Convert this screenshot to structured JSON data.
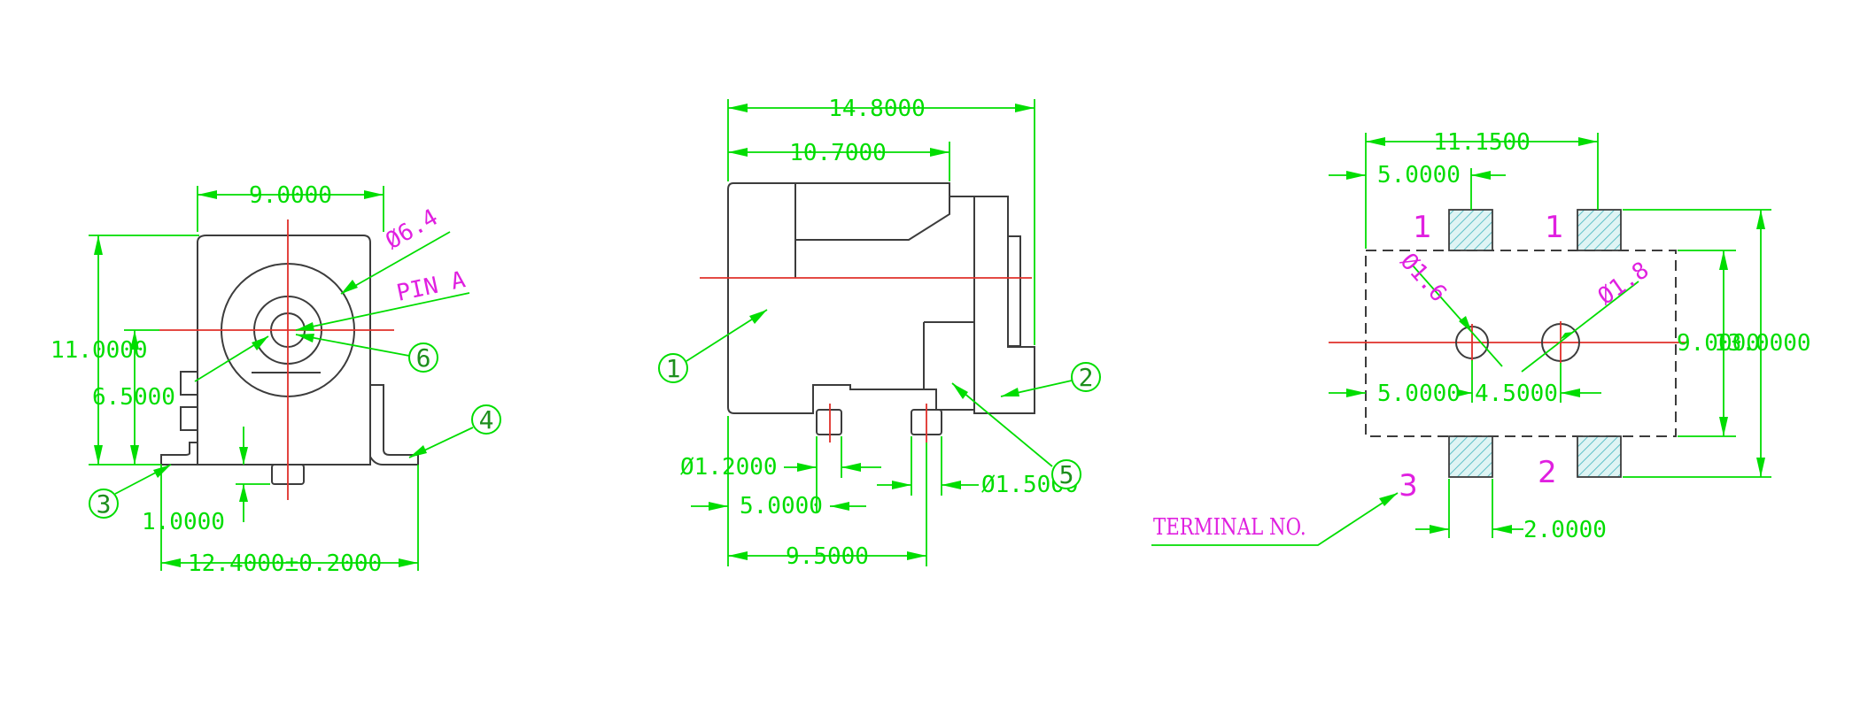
{
  "front_view": {
    "width_dim": "9.0000",
    "height_dim": "11.0000",
    "center_height_dim": "6.5000",
    "pin_dim": "1.0000",
    "overall_width_dim": "12.4000±0.2000",
    "hole_note": "Ø6.4",
    "pin_note": "PIN A",
    "balloons": [
      "3",
      "4",
      "6"
    ]
  },
  "side_view": {
    "overall_length_dim": "14.8000",
    "body_length_dim": "10.7000",
    "pin1_dia_dim": "Ø1.2000",
    "pin2_dia_dim": "Ø1.5000",
    "pin_gap_dim": "5.0000",
    "pin_pos_dim": "9.5000",
    "balloons": [
      "1",
      "2",
      "5"
    ]
  },
  "footprint": {
    "top_width_dim": "11.1500",
    "pad_offset_dim": "5.0000",
    "hole1_note": "Ø1.6",
    "hole2_note": "Ø1.8",
    "hole_offset_dim": "5.0000",
    "hole_spacing_dim": "4.5000",
    "inner_height_dim": "9.0000",
    "outer_height_dim": "13.0000",
    "pad_width_dim": "2.0000",
    "pad_labels": [
      "1",
      "1",
      "3",
      "2"
    ],
    "terminal_label": "TERMINAL NO."
  }
}
